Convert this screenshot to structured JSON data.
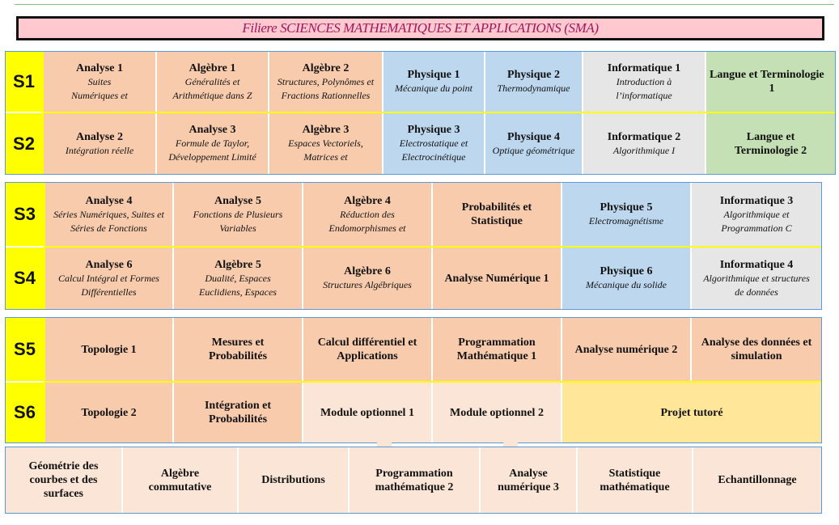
{
  "title": "Filiere SCIENCES MATHEMATIQUES ET APPLICATIONS (SMA)",
  "semesters": [
    "S1",
    "S2",
    "S3",
    "S4",
    "S5",
    "S6"
  ],
  "s1": [
    {
      "title": "Analyse 1",
      "desc": [
        "Suites",
        "Numériques et"
      ]
    },
    {
      "title": "Algèbre 1",
      "desc": [
        "Généralités et",
        "Arithmétique dans Z"
      ]
    },
    {
      "title": "Algèbre 2",
      "desc": [
        "Structures, Polynômes et",
        "Fractions Rationnelles"
      ]
    },
    {
      "title": "Physique 1",
      "desc": [
        "Mécanique du point"
      ]
    },
    {
      "title": "Physique 2",
      "desc": [
        "Thermodynamique"
      ]
    },
    {
      "title": "Informatique 1",
      "desc": [
        "Introduction à",
        "l’informatique"
      ]
    },
    {
      "title": "Langue et Terminologie",
      "title2": "1",
      "desc": []
    }
  ],
  "s2": [
    {
      "title": "Analyse 2",
      "desc": [
        "Intégration réelle"
      ]
    },
    {
      "title": "Analyse 3",
      "desc": [
        "Formule de Taylor,",
        "Développement Limité"
      ]
    },
    {
      "title": "Algèbre 3",
      "desc": [
        "Espaces Vectoriels,",
        "Matrices et"
      ]
    },
    {
      "title": "Physique 3",
      "desc": [
        "Electrostatique et",
        "Electrocinétique"
      ]
    },
    {
      "title": "Physique 4",
      "desc": [
        "Optique géométrique"
      ]
    },
    {
      "title": "Informatique 2",
      "desc": [
        "Algorithmique I"
      ]
    },
    {
      "title": "Langue et",
      "title2": "Terminologie 2",
      "desc": []
    }
  ],
  "s3": [
    {
      "title": "Analyse 4",
      "desc": [
        "Séries Numériques, Suites et",
        "Séries de Fonctions"
      ]
    },
    {
      "title": "Analyse 5",
      "desc": [
        "Fonctions de Plusieurs",
        "Variables"
      ]
    },
    {
      "title": "Algèbre 4",
      "desc": [
        "Réduction des",
        "Endomorphismes et"
      ]
    },
    {
      "title": "Probabilités et",
      "title2": "Statistique",
      "desc": []
    },
    {
      "title": "Physique 5",
      "desc": [
        "Electromagnétisme"
      ]
    },
    {
      "title": "Informatique 3",
      "desc": [
        "Algorithmique et",
        "Programmation C"
      ]
    }
  ],
  "s4": [
    {
      "title": "Analyse 6",
      "desc": [
        "Calcul Intégral et Formes",
        "Différentielles"
      ]
    },
    {
      "title": "Algèbre 5",
      "desc": [
        "Dualité, Espaces",
        "Euclidiens, Espaces"
      ]
    },
    {
      "title": "Algèbre 6",
      "desc": [
        "Structures Algébriques"
      ]
    },
    {
      "title": "Analyse Numérique 1",
      "desc": []
    },
    {
      "title": "Physique 6",
      "desc": [
        "Mécanique du solide"
      ]
    },
    {
      "title": "Informatique 4",
      "desc": [
        "Algorithmique et structures",
        "de données"
      ]
    }
  ],
  "s5": [
    {
      "title": "Topologie 1"
    },
    {
      "title": "Mesures et",
      "title2": "Probabilités"
    },
    {
      "title": "Calcul différentiel et",
      "title2": "Applications"
    },
    {
      "title": "Programmation",
      "title2": "Mathématique 1"
    },
    {
      "title": "Analyse numérique 2"
    },
    {
      "title": "Analyse des données et",
      "title2": "simulation"
    }
  ],
  "s6": [
    {
      "title": "Topologie 2"
    },
    {
      "title": "Intégration et",
      "title2": "Probabilités"
    },
    {
      "title": "Module optionnel 1"
    },
    {
      "title": "Module optionnel 2"
    },
    {
      "title": "Projet tutoré"
    }
  ],
  "options": [
    {
      "lines": [
        "Géométrie des",
        "courbes et des",
        "surfaces"
      ]
    },
    {
      "lines": [
        "Algèbre",
        "commutative"
      ]
    },
    {
      "lines": [
        "Distributions"
      ]
    },
    {
      "lines": [
        "Programmation",
        "mathématique 2"
      ]
    },
    {
      "lines": [
        "Analyse",
        "numérique 3"
      ]
    },
    {
      "lines": [
        "Statistique",
        "mathématique"
      ]
    },
    {
      "lines": [
        "Echantillonnage"
      ]
    }
  ]
}
